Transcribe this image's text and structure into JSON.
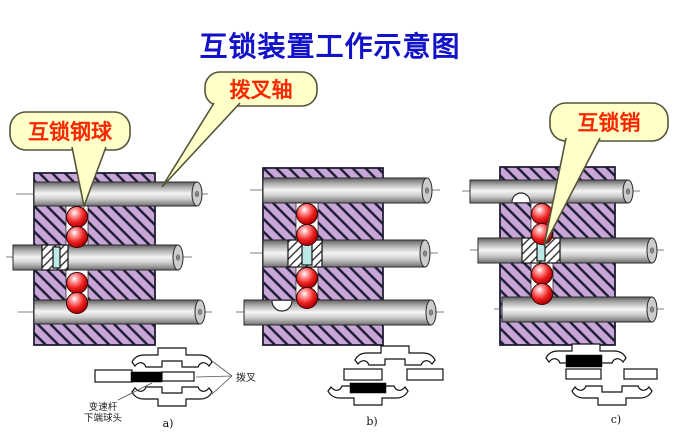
{
  "title": {
    "text": "互锁装置工作示意图"
  },
  "callouts": [
    {
      "id": "interlock-steel-ball",
      "label": "互锁钢球"
    },
    {
      "id": "fork-shaft",
      "label": "拨叉轴"
    },
    {
      "id": "interlock-pin",
      "label": "互锁销"
    }
  ],
  "annotations": {
    "fork_label": "拨叉",
    "lever_label_line1": "变速杆",
    "lever_label_line2": "下端球头"
  },
  "figure_labels": {
    "a": "a)",
    "b": "b)",
    "c": "c)"
  },
  "colors": {
    "title_blue": "#1212C8",
    "callout_text_red": "#FA2800",
    "callout_fill": "#FFFFC9",
    "housing_purple": "#C9A6D8",
    "hatch_dark": "#1A1A30",
    "ball_red": "#E02020",
    "pin_cyan": "#BCE9E7",
    "shaft_gray": "#C9C9C9",
    "background": "#FFFFFF"
  }
}
